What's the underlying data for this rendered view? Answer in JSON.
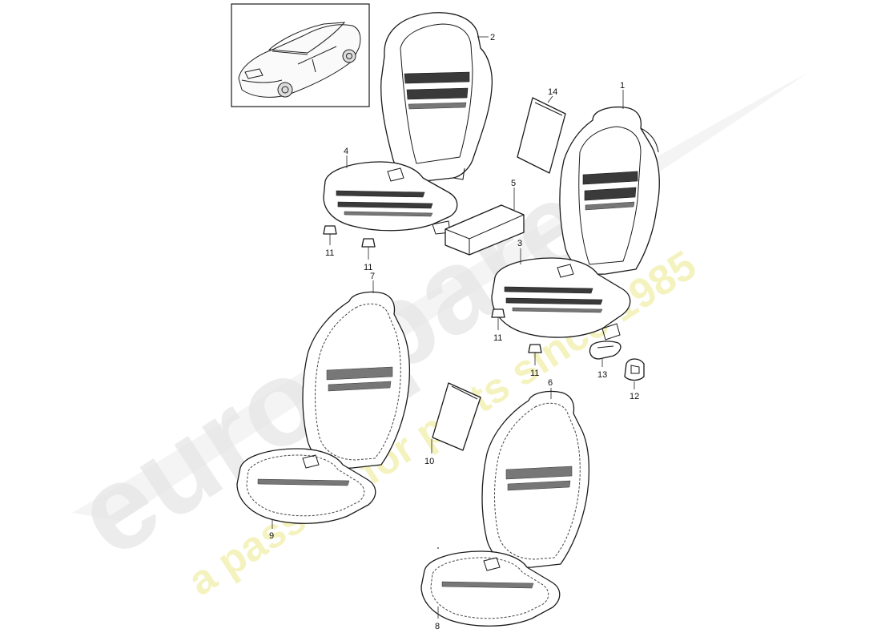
{
  "watermark": {
    "brand": "eurospares",
    "tagline": "a passion for parts since 1985",
    "brand_color": "#e3e3e3",
    "tagline_color": "#f2f0b6"
  },
  "thumbnail": {
    "icon": "car-thumbnail-icon"
  },
  "callouts": [
    {
      "id": "1",
      "label": "1"
    },
    {
      "id": "2",
      "label": "2"
    },
    {
      "id": "3",
      "label": "3"
    },
    {
      "id": "4",
      "label": "4"
    },
    {
      "id": "5",
      "label": "5"
    },
    {
      "id": "6",
      "label": "6"
    },
    {
      "id": "7",
      "label": "7"
    },
    {
      "id": "8",
      "label": "8"
    },
    {
      "id": "9",
      "label": "9"
    },
    {
      "id": "10",
      "label": "10"
    },
    {
      "id": "11a",
      "label": "11"
    },
    {
      "id": "11b",
      "label": "11"
    },
    {
      "id": "11c",
      "label": "11"
    },
    {
      "id": "11d",
      "label": "11"
    },
    {
      "id": "12",
      "label": "12"
    },
    {
      "id": "13",
      "label": "13"
    },
    {
      "id": "14",
      "label": "14"
    }
  ]
}
